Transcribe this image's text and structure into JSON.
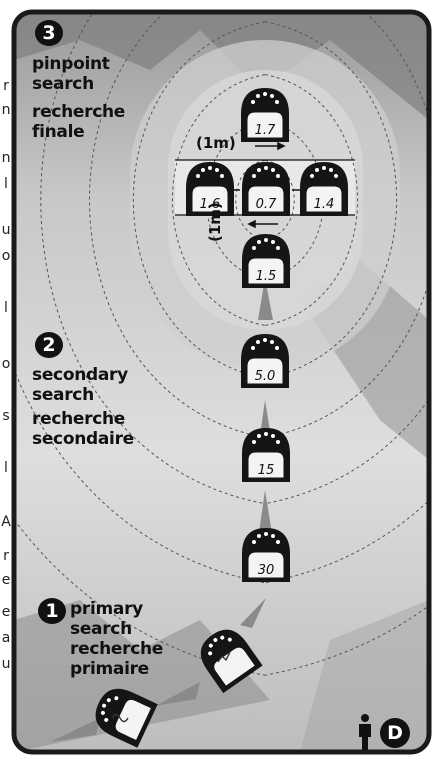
{
  "phases": {
    "primary": {
      "number": "1",
      "en": "primary",
      "en2": "search",
      "fr": "recherche",
      "fr2": "primaire"
    },
    "secondary": {
      "number": "2",
      "en": "secondary",
      "en2": "search",
      "fr": "recherche",
      "fr2": "secondaire"
    },
    "pinpoint": {
      "number": "3",
      "en": "pinpoint",
      "en2": "search",
      "fr": "recherche",
      "fr2": "finale"
    }
  },
  "distances": {
    "pinpoint_top": "1.7",
    "pinpoint_left": "1.6",
    "pinpoint_center": "0.7",
    "pinpoint_right": "1.4",
    "pinpoint_bottom": "1.5",
    "secondary_1": "5.0",
    "secondary_2": "15",
    "secondary_3": "30"
  },
  "dimensions": {
    "horizontal": "(1m)",
    "vertical": "(1m)"
  },
  "corner_badge": "D",
  "edge_letters": [
    "r",
    "n",
    "n",
    "l",
    "u",
    "o",
    "l",
    "o",
    "s",
    "l",
    "A",
    "r",
    "e",
    "e",
    "a",
    "u"
  ],
  "colors": {
    "ink": "#111111",
    "frame": "#1a1a1a"
  },
  "icons": [
    "transceiver-device-icon",
    "person-icon",
    "signal-arrow-icon"
  ]
}
